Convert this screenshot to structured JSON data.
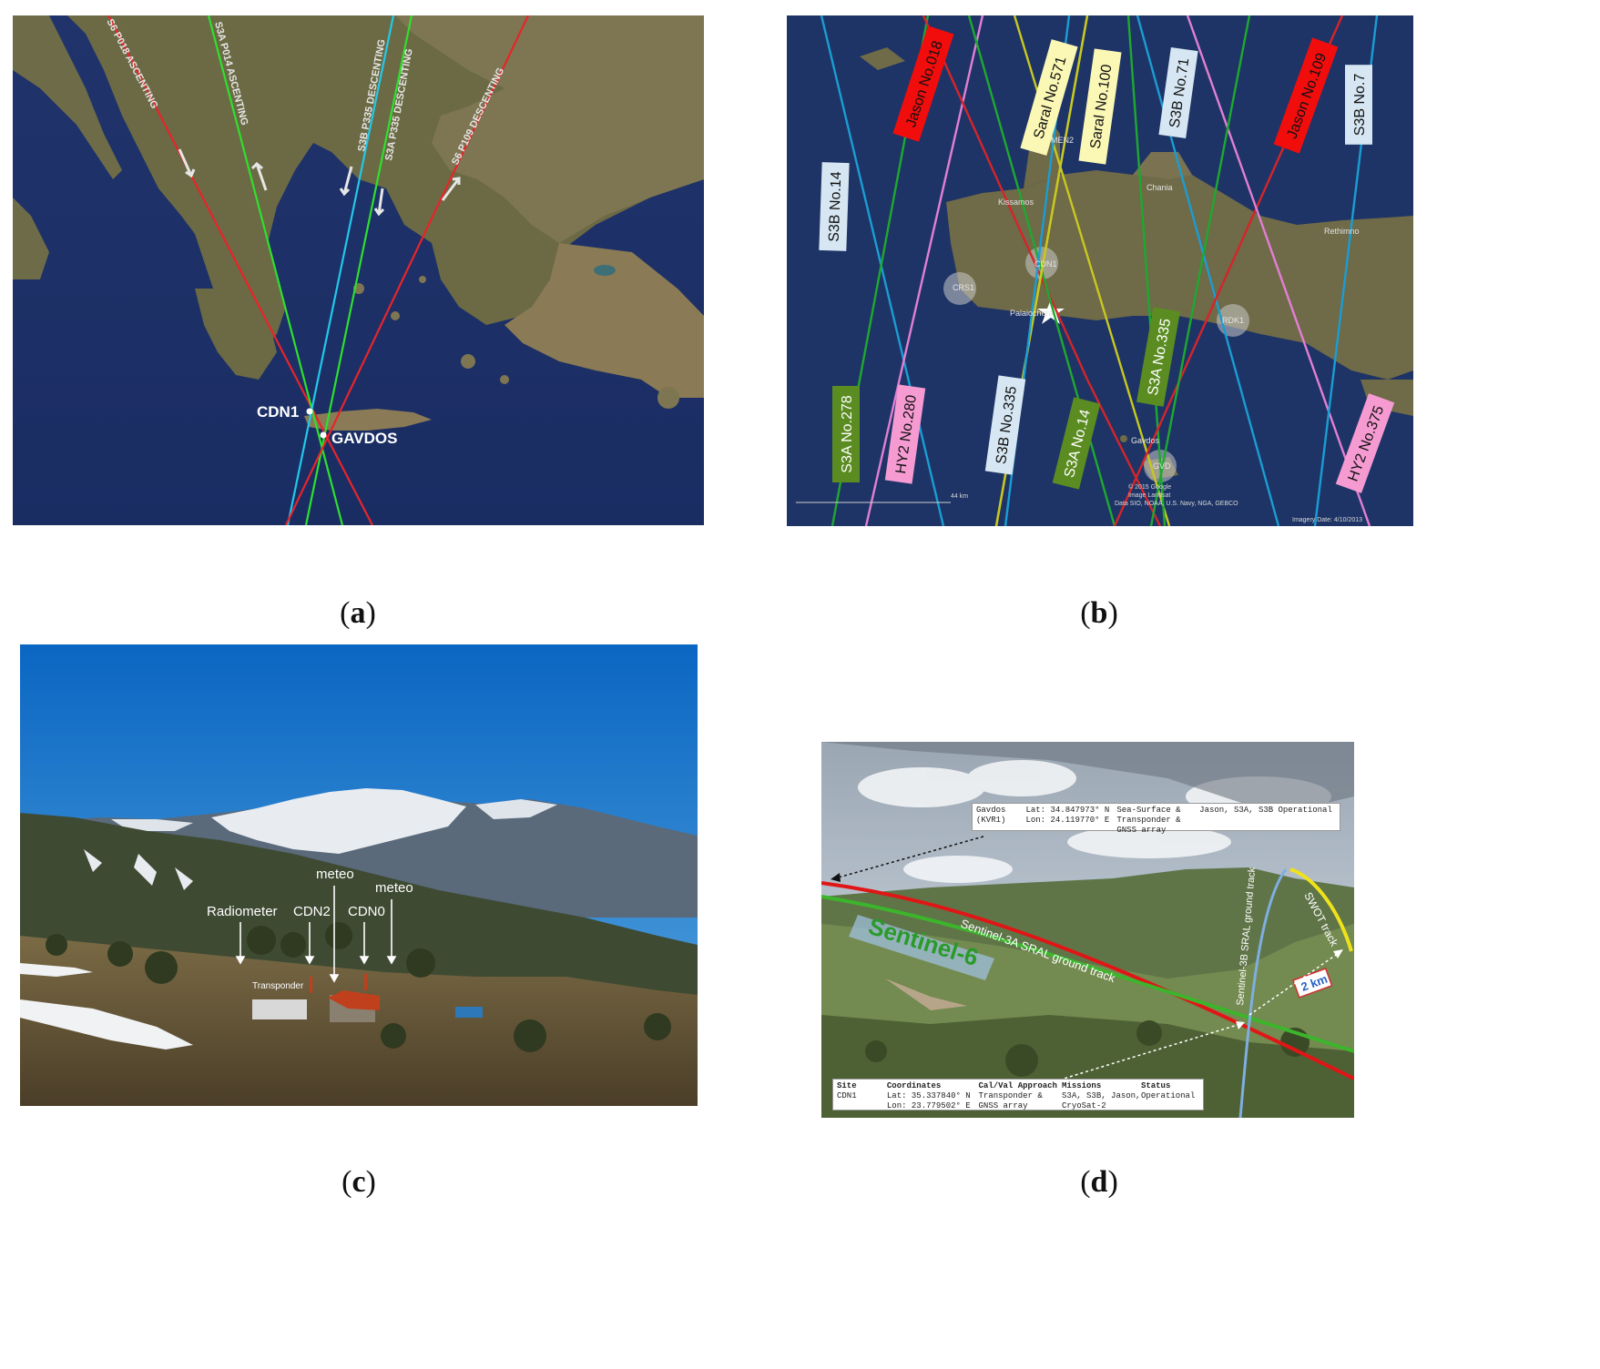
{
  "captions": {
    "a": "a",
    "b": "b",
    "c": "c",
    "d": "d"
  },
  "panel_a": {
    "tracks": [
      {
        "label": "S6 P018 ASCENTING",
        "color": "#e8242a"
      },
      {
        "label": "S3A P014 ASCENTING",
        "color": "#2ee02e"
      },
      {
        "label": "S3B P335 DESCENTING",
        "color": "#22c8ea"
      },
      {
        "label": "S3A P335 DESCENTING",
        "color": "#2ee02e"
      },
      {
        "label": "S6 P109 DESCENTING",
        "color": "#e8242a"
      }
    ],
    "sites": [
      {
        "label": "CDN1"
      },
      {
        "label": "GAVDOS"
      }
    ]
  },
  "panel_b": {
    "labels": [
      {
        "text": "Jason No.018",
        "bg": "#f20d0d",
        "fg": "#111111"
      },
      {
        "text": "Saral No.571",
        "bg": "#fbf7b4",
        "fg": "#111111"
      },
      {
        "text": "Saral No.100",
        "bg": "#fbf7b4",
        "fg": "#111111"
      },
      {
        "text": "S3B No.71",
        "bg": "#d6e6f2",
        "fg": "#111111"
      },
      {
        "text": "Jason No.109",
        "bg": "#f20d0d",
        "fg": "#111111"
      },
      {
        "text": "S3B No.7",
        "bg": "#d6e6f2",
        "fg": "#111111"
      },
      {
        "text": "S3B No.14",
        "bg": "#d6e6f2",
        "fg": "#111111"
      },
      {
        "text": "S3A No.278",
        "bg": "#5b8c21",
        "fg": "#ffffff"
      },
      {
        "text": "HY2 No.280",
        "bg": "#f59bd2",
        "fg": "#111111"
      },
      {
        "text": "S3B No.335",
        "bg": "#d6e6f2",
        "fg": "#111111"
      },
      {
        "text": "S3A No.14",
        "bg": "#5b8c21",
        "fg": "#ffffff"
      },
      {
        "text": "S3A No.335",
        "bg": "#5b8c21",
        "fg": "#ffffff"
      },
      {
        "text": "HY2 No.375",
        "bg": "#f59bd2",
        "fg": "#111111"
      }
    ],
    "places": [
      "Kissamos",
      "Chania",
      "Rethimno",
      "Palaiochora",
      "Gavdos",
      "MEN2",
      "CRS1",
      "RDK1",
      "CDN1",
      "GVD"
    ],
    "attribution": [
      "© 2015 Google",
      "Image Landsat",
      "Data SIO, NOAA, U.S. Navy, NGA, GEBCO"
    ],
    "imagery_date": "Imagery Date: 4/10/2013",
    "scale": "44 km"
  },
  "panel_c": {
    "annotations": [
      "Radiometer",
      "CDN2",
      "meteo",
      "CDN0",
      "meteo",
      "Transponder"
    ]
  },
  "panel_d": {
    "top_table": {
      "rows": [
        [
          "Gavdos",
          "Lat: 34.847973° N",
          "Sea-Surface &",
          "Jason, S3A, S3B",
          "Operational"
        ],
        [
          "(KVR1)",
          "Lon: 24.119770° E",
          "Transponder &",
          "",
          ""
        ],
        [
          "",
          "",
          "GNSS array",
          "",
          ""
        ]
      ]
    },
    "bottom_table": {
      "header": [
        "Site",
        "Coordinates",
        "Cal/Val Approach",
        "Missions",
        "Status"
      ],
      "rows": [
        [
          "CDN1",
          "Lat: 35.337840° N",
          "Transponder &",
          "S3A, S3B, Jason,",
          "Operational"
        ],
        [
          "",
          "Lon: 23.779502° E",
          "GNSS array",
          "CryoSat-2",
          ""
        ]
      ]
    },
    "sentinel6": "Sentinel-6",
    "s3a_track": "Sentinel-3A SRAL ground track",
    "s3b_track": "Sentinel-3B SRAL ground track",
    "swot_track": "SWOT track",
    "distance": "2 km"
  }
}
